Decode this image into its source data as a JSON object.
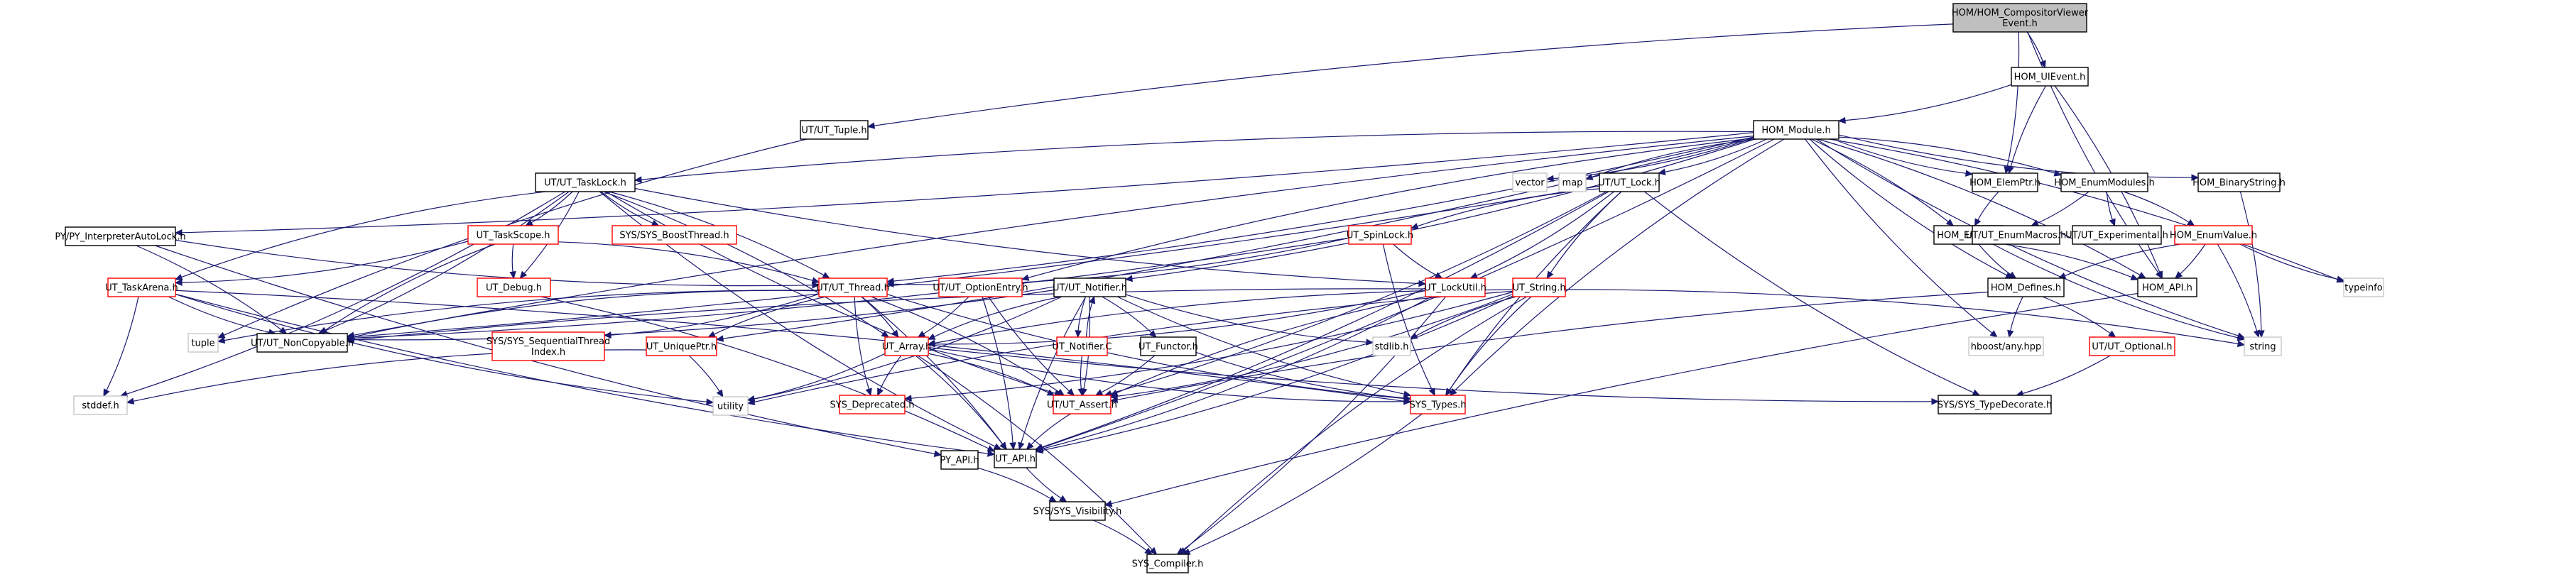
{
  "title": "Include dependency graph for HOM/HOM_CompositorViewerEvent.h",
  "colors": {
    "edge": "#191970",
    "root_fill": "#bfbfbf",
    "normal_border": "#000000",
    "truncated_border": "#ff0000",
    "system_border": "#bfbfbf"
  },
  "nodes": [
    {
      "id": "root",
      "label": [
        "HOM/HOM_CompositorViewer",
        "Event.h"
      ],
      "kind": "root"
    },
    {
      "id": "uievent",
      "label": [
        "HOM_UIEvent.h"
      ],
      "kind": "normal"
    },
    {
      "id": "tuple_h",
      "label": [
        "UT/UT_Tuple.h"
      ],
      "kind": "normal"
    },
    {
      "id": "module",
      "label": [
        "HOM_Module.h"
      ],
      "kind": "normal"
    },
    {
      "id": "pyauto",
      "label": [
        "PY/PY_InterpreterAutoLock.h"
      ],
      "kind": "normal"
    },
    {
      "id": "tasklock",
      "label": [
        "UT/UT_TaskLock.h"
      ],
      "kind": "normal"
    },
    {
      "id": "vector",
      "label": [
        "vector"
      ],
      "kind": "system"
    },
    {
      "id": "map",
      "label": [
        "map"
      ],
      "kind": "system"
    },
    {
      "id": "utlock",
      "label": [
        "UT/UT_Lock.h"
      ],
      "kind": "normal"
    },
    {
      "id": "elemptr",
      "label": [
        "HOM_ElemPtr.h"
      ],
      "kind": "normal"
    },
    {
      "id": "enummodules",
      "label": [
        "HOM_EnumModules.h"
      ],
      "kind": "normal"
    },
    {
      "id": "binarystring",
      "label": [
        "HOM_BinaryString.h"
      ],
      "kind": "normal"
    },
    {
      "id": "taskscope",
      "label": [
        "UT_TaskScope.h"
      ],
      "kind": "truncated"
    },
    {
      "id": "boostthread",
      "label": [
        "SYS/SYS_BoostThread.h"
      ],
      "kind": "truncated"
    },
    {
      "id": "spinlock",
      "label": [
        "UT_SpinLock.h"
      ],
      "kind": "truncated"
    },
    {
      "id": "errors",
      "label": [
        "HOM_Errors.h"
      ],
      "kind": "normal"
    },
    {
      "id": "enummacros",
      "label": [
        "UT/UT_EnumMacros.h"
      ],
      "kind": "normal"
    },
    {
      "id": "experimental",
      "label": [
        "UT/UT_Experimental.h"
      ],
      "kind": "normal"
    },
    {
      "id": "enumvalue",
      "label": [
        "HOM_EnumValue.h"
      ],
      "kind": "truncated"
    },
    {
      "id": "taskarena",
      "label": [
        "UT_TaskArena.h"
      ],
      "kind": "truncated"
    },
    {
      "id": "debug",
      "label": [
        "UT_Debug.h"
      ],
      "kind": "truncated"
    },
    {
      "id": "thread",
      "label": [
        "UT/UT_Thread.h"
      ],
      "kind": "truncated"
    },
    {
      "id": "optionentry",
      "label": [
        "UT/UT_OptionEntry.h"
      ],
      "kind": "truncated"
    },
    {
      "id": "notifier",
      "label": [
        "UT/UT_Notifier.h"
      ],
      "kind": "normal"
    },
    {
      "id": "lockutil",
      "label": [
        "UT_LockUtil.h"
      ],
      "kind": "truncated"
    },
    {
      "id": "utstring",
      "label": [
        "UT_String.h"
      ],
      "kind": "truncated"
    },
    {
      "id": "homdefines",
      "label": [
        "HOM_Defines.h"
      ],
      "kind": "normal"
    },
    {
      "id": "homapi",
      "label": [
        "HOM_API.h"
      ],
      "kind": "normal"
    },
    {
      "id": "typeinfo",
      "label": [
        "typeinfo"
      ],
      "kind": "system"
    },
    {
      "id": "tuple",
      "label": [
        "tuple"
      ],
      "kind": "system"
    },
    {
      "id": "noncopyable",
      "label": [
        "UT/UT_NonCopyable.h"
      ],
      "kind": "normal"
    },
    {
      "id": "seqthread",
      "label": [
        "SYS/SYS_SequentialThread",
        "Index.h"
      ],
      "kind": "truncated"
    },
    {
      "id": "uniqueptr",
      "label": [
        "UT_UniquePtr.h"
      ],
      "kind": "truncated"
    },
    {
      "id": "utarray",
      "label": [
        "UT_Array.h"
      ],
      "kind": "truncated"
    },
    {
      "id": "notifierc",
      "label": [
        "UT_Notifier.C"
      ],
      "kind": "truncated"
    },
    {
      "id": "functor",
      "label": [
        "UT_Functor.h"
      ],
      "kind": "normal"
    },
    {
      "id": "stdlib",
      "label": [
        "stdlib.h"
      ],
      "kind": "system"
    },
    {
      "id": "hboostany",
      "label": [
        "hboost/any.hpp"
      ],
      "kind": "system"
    },
    {
      "id": "optional",
      "label": [
        "UT/UT_Optional.h"
      ],
      "kind": "truncated"
    },
    {
      "id": "string",
      "label": [
        "string"
      ],
      "kind": "system"
    },
    {
      "id": "stddef",
      "label": [
        "stddef.h"
      ],
      "kind": "system"
    },
    {
      "id": "utility",
      "label": [
        "utility"
      ],
      "kind": "system"
    },
    {
      "id": "deprecated",
      "label": [
        "SYS_Deprecated.h"
      ],
      "kind": "truncated"
    },
    {
      "id": "utassert",
      "label": [
        "UT/UT_Assert.h"
      ],
      "kind": "truncated"
    },
    {
      "id": "systypes",
      "label": [
        "SYS_Types.h"
      ],
      "kind": "truncated"
    },
    {
      "id": "typedecorate",
      "label": [
        "SYS/SYS_TypeDecorate.h"
      ],
      "kind": "normal"
    },
    {
      "id": "pyapi",
      "label": [
        "PY_API.h"
      ],
      "kind": "normal"
    },
    {
      "id": "utapi",
      "label": [
        "UT_API.h"
      ],
      "kind": "normal"
    },
    {
      "id": "visibility",
      "label": [
        "SYS/SYS_Visibility.h"
      ],
      "kind": "normal"
    },
    {
      "id": "compiler",
      "label": [
        "SYS_Compiler.h"
      ],
      "kind": "normal"
    }
  ],
  "edges": [
    [
      "root",
      "uievent"
    ],
    [
      "root",
      "tuple_h"
    ],
    [
      "root",
      "elemptr"
    ],
    [
      "root",
      "homapi"
    ],
    [
      "uievent",
      "module"
    ],
    [
      "uievent",
      "elemptr"
    ],
    [
      "uievent",
      "homapi"
    ],
    [
      "tuple_h",
      "tuple"
    ],
    [
      "module",
      "pyauto"
    ],
    [
      "module",
      "tasklock"
    ],
    [
      "module",
      "vector"
    ],
    [
      "module",
      "map"
    ],
    [
      "module",
      "utlock"
    ],
    [
      "module",
      "elemptr"
    ],
    [
      "module",
      "enummodules"
    ],
    [
      "module",
      "binarystring"
    ],
    [
      "module",
      "errors"
    ],
    [
      "module",
      "homdefines"
    ],
    [
      "module",
      "homapi"
    ],
    [
      "module",
      "string"
    ],
    [
      "module",
      "typeinfo"
    ],
    [
      "module",
      "hboostany"
    ],
    [
      "module",
      "thread"
    ],
    [
      "module",
      "optionentry"
    ],
    [
      "module",
      "notifier"
    ],
    [
      "module",
      "noncopyable"
    ],
    [
      "module",
      "uniqueptr"
    ],
    [
      "module",
      "systypes"
    ],
    [
      "module",
      "utapi"
    ],
    [
      "pyauto",
      "pyapi"
    ],
    [
      "pyauto",
      "noncopyable"
    ],
    [
      "pyauto",
      "thread"
    ],
    [
      "tasklock",
      "taskscope"
    ],
    [
      "tasklock",
      "boostthread"
    ],
    [
      "tasklock",
      "debug"
    ],
    [
      "tasklock",
      "taskarena"
    ],
    [
      "tasklock",
      "thread"
    ],
    [
      "tasklock",
      "lockutil"
    ],
    [
      "tasklock",
      "noncopyable"
    ],
    [
      "tasklock",
      "utassert"
    ],
    [
      "tasklock",
      "utarray"
    ],
    [
      "tasklock",
      "utapi"
    ],
    [
      "tasklock",
      "stddef"
    ],
    [
      "taskscope",
      "debug"
    ],
    [
      "taskscope",
      "thread"
    ],
    [
      "taskscope",
      "noncopyable"
    ],
    [
      "taskscope",
      "taskarena"
    ],
    [
      "taskarena",
      "noncopyable"
    ],
    [
      "taskarena",
      "stddef"
    ],
    [
      "taskarena",
      "utapi"
    ],
    [
      "taskarena",
      "systypes"
    ],
    [
      "taskarena",
      "utility"
    ],
    [
      "debug",
      "utapi"
    ],
    [
      "utlock",
      "spinlock"
    ],
    [
      "utlock",
      "lockutil"
    ],
    [
      "utlock",
      "utstring"
    ],
    [
      "utlock",
      "utassert"
    ],
    [
      "utlock",
      "systypes"
    ],
    [
      "utlock",
      "utapi"
    ],
    [
      "utlock",
      "typedecorate"
    ],
    [
      "utlock",
      "noncopyable"
    ],
    [
      "spinlock",
      "lockutil"
    ],
    [
      "spinlock",
      "thread"
    ],
    [
      "spinlock",
      "systypes"
    ],
    [
      "spinlock",
      "noncopyable"
    ],
    [
      "thread",
      "noncopyable"
    ],
    [
      "thread",
      "seqthread"
    ],
    [
      "thread",
      "uniqueptr"
    ],
    [
      "thread",
      "utarray"
    ],
    [
      "thread",
      "deprecated"
    ],
    [
      "thread",
      "utassert"
    ],
    [
      "thread",
      "systypes"
    ],
    [
      "thread",
      "utapi"
    ],
    [
      "thread",
      "tuple"
    ],
    [
      "optionentry",
      "utapi"
    ],
    [
      "optionentry",
      "utassert"
    ],
    [
      "optionentry",
      "utarray"
    ],
    [
      "notifier",
      "notifierc"
    ],
    [
      "notifier",
      "functor"
    ],
    [
      "notifier",
      "utarray"
    ],
    [
      "notifier",
      "utassert"
    ],
    [
      "notifier",
      "utapi"
    ],
    [
      "notifier",
      "noncopyable"
    ],
    [
      "notifier",
      "stdlib"
    ],
    [
      "notifier",
      "utility"
    ],
    [
      "notifier",
      "systypes"
    ],
    [
      "notifierc",
      "notifier"
    ],
    [
      "notifierc",
      "utassert"
    ],
    [
      "functor",
      "utassert"
    ],
    [
      "functor",
      "systypes"
    ],
    [
      "lockutil",
      "utarray"
    ],
    [
      "lockutil",
      "utassert"
    ],
    [
      "lockutil",
      "utapi"
    ],
    [
      "lockutil",
      "noncopyable"
    ],
    [
      "lockutil",
      "compiler"
    ],
    [
      "utstring",
      "utarray"
    ],
    [
      "utstring",
      "utassert"
    ],
    [
      "utstring",
      "systypes"
    ],
    [
      "utstring",
      "utapi"
    ],
    [
      "utstring",
      "stdlib"
    ],
    [
      "utstring",
      "string"
    ],
    [
      "utstring",
      "utility"
    ],
    [
      "utstring",
      "deprecated"
    ],
    [
      "utstring",
      "compiler"
    ],
    [
      "uniqueptr",
      "utility"
    ],
    [
      "uniqueptr",
      "stddef"
    ],
    [
      "utarray",
      "utility"
    ],
    [
      "utarray",
      "deprecated"
    ],
    [
      "utarray",
      "utassert"
    ],
    [
      "utarray",
      "systypes"
    ],
    [
      "utarray",
      "utapi"
    ],
    [
      "utarray",
      "typedecorate"
    ],
    [
      "utarray",
      "compiler"
    ],
    [
      "utassert",
      "utapi"
    ],
    [
      "systypes",
      "compiler"
    ],
    [
      "elemptr",
      "errors"
    ],
    [
      "enummodules",
      "enummacros"
    ],
    [
      "enummodules",
      "experimental"
    ],
    [
      "enummodules",
      "enumvalue"
    ],
    [
      "enumvalue",
      "homdefines"
    ],
    [
      "enumvalue",
      "homapi"
    ],
    [
      "enumvalue",
      "typeinfo"
    ],
    [
      "enumvalue",
      "string"
    ],
    [
      "errors",
      "homdefines"
    ],
    [
      "errors",
      "homapi"
    ],
    [
      "errors",
      "string"
    ],
    [
      "binarystring",
      "string"
    ],
    [
      "homdefines",
      "hboostany"
    ],
    [
      "homdefines",
      "optional"
    ],
    [
      "homdefines",
      "utassert"
    ],
    [
      "optional",
      "typedecorate"
    ],
    [
      "homapi",
      "visibility"
    ],
    [
      "pyapi",
      "visibility"
    ],
    [
      "utapi",
      "visibility"
    ],
    [
      "visibility",
      "compiler"
    ]
  ]
}
